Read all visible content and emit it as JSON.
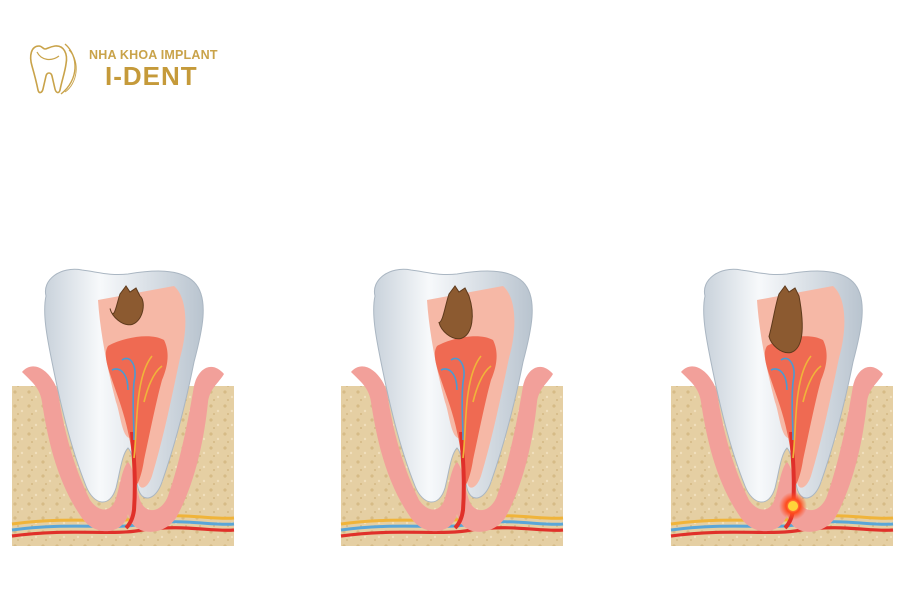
{
  "brand": {
    "line1": "NHA KHOA IMPLANT",
    "line2": "I-DENT",
    "color": "#c59a3a"
  },
  "stages": [
    {
      "id": "stage-1",
      "abscess": false,
      "decay_depth": 0.35
    },
    {
      "id": "stage-2",
      "abscess": false,
      "decay_depth": 0.55
    },
    {
      "id": "stage-3",
      "abscess": true,
      "decay_depth": 0.75
    }
  ],
  "colors": {
    "bone": "#e5cfa3",
    "gum": "#f2a09a",
    "enamel": "#e8edf1",
    "pulp": "#ef6a52",
    "decay": "#8c5a30",
    "infection": "#ff4a1c"
  }
}
